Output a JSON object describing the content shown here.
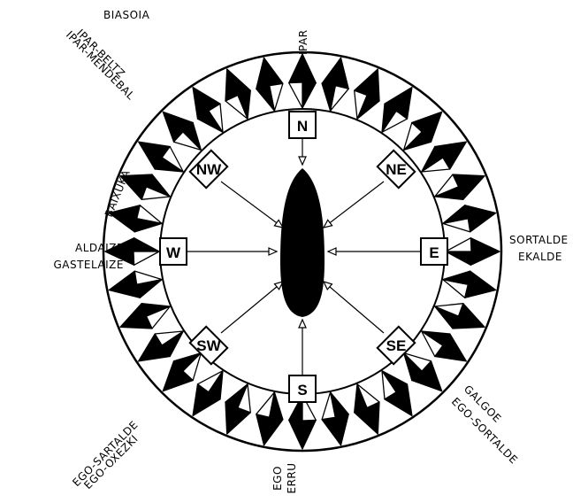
{
  "compass": {
    "directions": {
      "n": "N",
      "ne": "NE",
      "e": "E",
      "se": "SE",
      "s": "S",
      "sw": "SW",
      "w": "W",
      "nw": "NW"
    },
    "wind_names": {
      "north": "IPAR",
      "north_northwest": "BIASOIA",
      "northwest_1": "IPAR-BELTZ",
      "northwest_2": "IPAR-MENDEBAL",
      "west_northwest": "BAIXUKA",
      "west_1": "ALDAIZE",
      "west_2": "GASTELAIZE",
      "east_1": "SORTALDE",
      "east_2": "EKALDE",
      "southeast_1": "GALGOE",
      "southeast_2": "EGO-SORTALDE",
      "south_1": "EGO",
      "south_2": "ERRU",
      "southwest_1": "EGO-SARTALDE",
      "southwest_2": "EGO-OXEZKI"
    }
  },
  "colors": {
    "ink": "#000000",
    "paper": "#ffffff"
  }
}
